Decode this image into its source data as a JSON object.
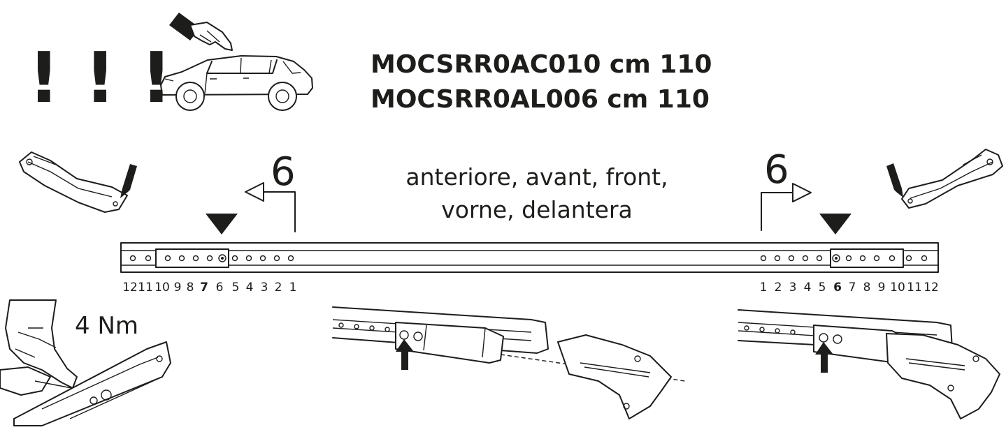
{
  "warning": {
    "symbol": "! ! !"
  },
  "headings": {
    "line1": "MOCSRR0AC010 cm 110",
    "line2": "MOCSRR0AL006 cm 110"
  },
  "front_label": {
    "line1": "anteriore, avant, front,",
    "line2": "vorne, delantera"
  },
  "positions": {
    "left_marker": "6",
    "right_marker": "6"
  },
  "scale_left": [
    "12",
    "11",
    "10",
    "9",
    "8",
    "7",
    "6",
    "5",
    "4",
    "3",
    "2",
    "1"
  ],
  "scale_right": [
    "1",
    "2",
    "3",
    "4",
    "5",
    "6",
    "7",
    "8",
    "9",
    "10",
    "11",
    "12"
  ],
  "torque": "4 Nm",
  "icons": [
    "exclamation-icon",
    "car-icon",
    "pointing-hand-icon",
    "foot-bracket-icon",
    "arrow-left-icon",
    "arrow-right-icon",
    "triangle-down-icon",
    "arrow-up-icon",
    "wrench-hand-icon"
  ]
}
